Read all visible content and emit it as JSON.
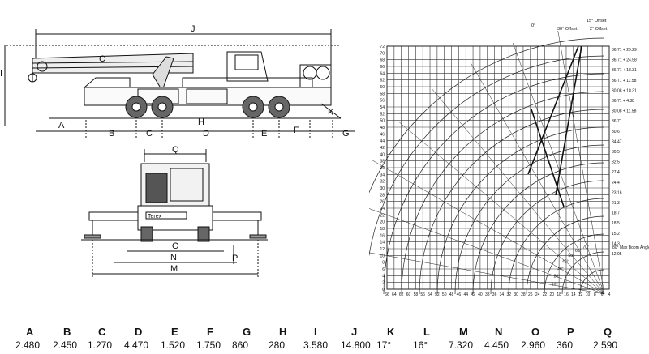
{
  "side_view": {
    "overall_letter": "J",
    "height_letter": "I",
    "k_letter": "K",
    "bottom_letters": [
      "A",
      "B",
      "C",
      "H",
      "D",
      "E",
      "F",
      "G"
    ],
    "boom_marks": [
      "C"
    ]
  },
  "rear_view": {
    "letters": [
      "Q",
      "O",
      "N",
      "M",
      "P"
    ],
    "decal": "Terex"
  },
  "load_chart": {
    "y_ticks": [
      "72",
      "70",
      "68",
      "66",
      "64",
      "62",
      "60",
      "58",
      "56",
      "54",
      "52",
      "50",
      "48",
      "46",
      "44",
      "42",
      "40",
      "38",
      "36",
      "34",
      "32",
      "30",
      "28",
      "26",
      "24",
      "22",
      "20",
      "18",
      "16",
      "14",
      "12",
      "10",
      "8",
      "6",
      "4",
      "2",
      "0"
    ],
    "x_ticks": [
      "66",
      "64",
      "62",
      "60",
      "58",
      "56",
      "54",
      "52",
      "50",
      "48",
      "46",
      "44",
      "42",
      "40",
      "38",
      "36",
      "34",
      "32",
      "30",
      "28",
      "26",
      "24",
      "22",
      "20",
      "18",
      "16",
      "14",
      "12",
      "10",
      "8",
      "6",
      "4"
    ],
    "right_labels": [
      "36.71 + 29.29",
      "36.71 + 24.58",
      "36.71 + 18.31",
      "36.71 + 11.58",
      "30.08 + 18.31",
      "36.71 + 4.88",
      "30.08 + 11.58",
      "36.71",
      "30.6",
      "34.47",
      "30.5",
      "32.5",
      "27.4",
      "24.4",
      "23.16",
      "21.3",
      "18.7",
      "18.5",
      "15.2",
      "14.3",
      "12.95"
    ],
    "offset_labels": [
      "15° Offset",
      "30° Offset",
      "2° Offset",
      "0°"
    ],
    "max_angle_label": "80° Max Boom Angle",
    "angle_labels": [
      "70°",
      "60°",
      "50°",
      "40°",
      "30°",
      "20°",
      "10°"
    ]
  },
  "dimensions": {
    "letters": [
      "A",
      "B",
      "C",
      "D",
      "E",
      "F",
      "G",
      "H",
      "I",
      "J",
      "K",
      "L",
      "M",
      "N",
      "O",
      "P",
      "Q"
    ],
    "values": [
      "2.480",
      "2.450",
      "1.270",
      "4.470",
      "1.520",
      "1.750",
      "860",
      "280",
      "3.580",
      "14.800",
      "17°",
      "16°",
      "7.320",
      "4.450",
      "2.960",
      "360",
      "2.590"
    ]
  }
}
